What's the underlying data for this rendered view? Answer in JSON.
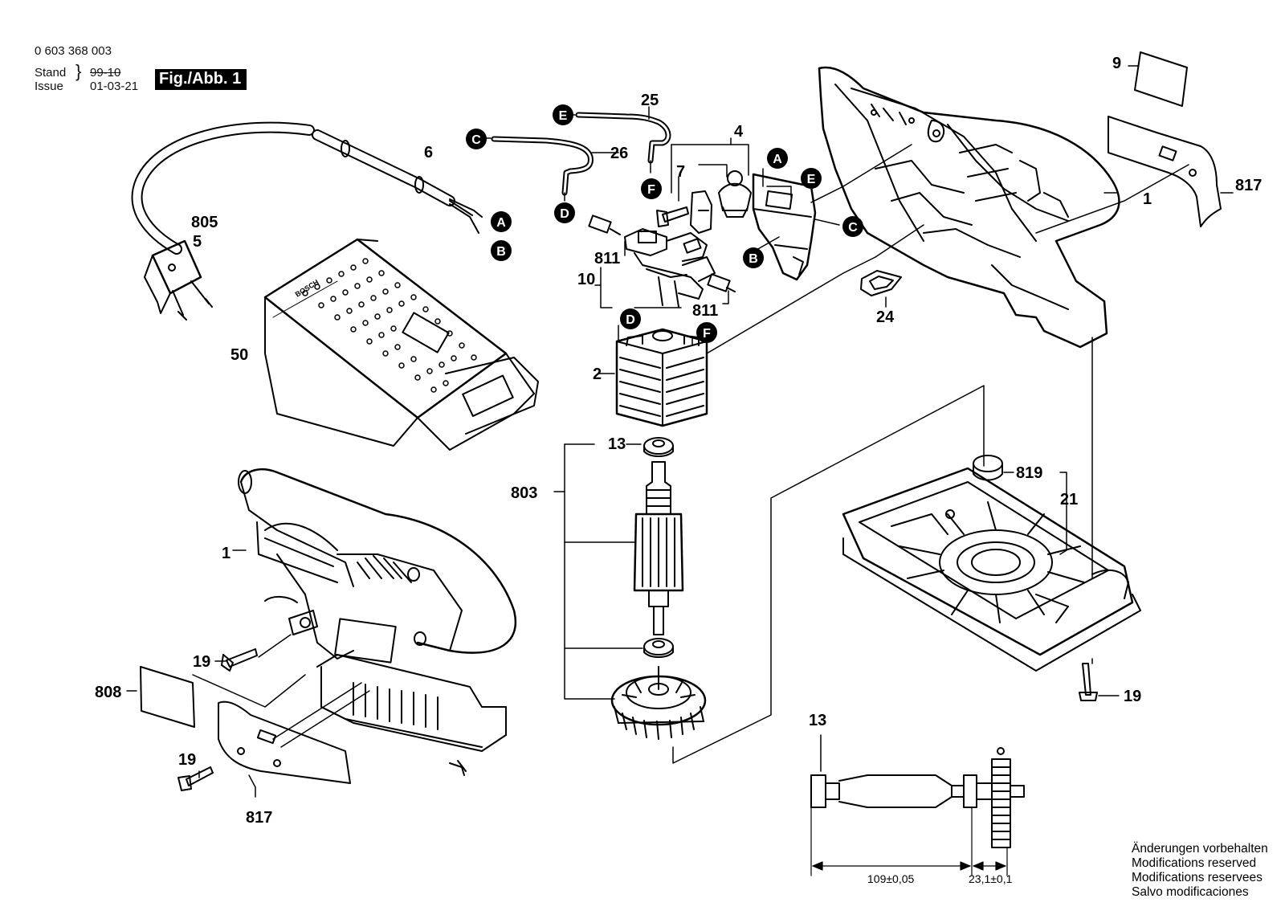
{
  "header": {
    "part_number": "0 603 368 003",
    "stand_label": "Stand",
    "issue_label": "Issue",
    "old_date": "99-10",
    "new_date": "01-03-21",
    "figure": "Fig./Abb. 1"
  },
  "callouts": {
    "c1_top": "1",
    "c1_left": "1",
    "c2": "2",
    "c4": "4",
    "c5": "5",
    "c6": "6",
    "c7": "7",
    "c9": "9",
    "c10": "10",
    "c13_top": "13",
    "c13_bottom": "13",
    "c19_left": "19",
    "c19_lower": "19",
    "c19_right": "19",
    "c21": "21",
    "c24": "24",
    "c25": "25",
    "c26": "26",
    "c50": "50",
    "c803": "803",
    "c805": "805",
    "c808": "808",
    "c811_a": "811",
    "c811_b": "811",
    "c817_right": "817",
    "c817_left": "817",
    "c819": "819"
  },
  "connectors": {
    "a1": "A",
    "b1": "B",
    "a2": "A",
    "b2": "B",
    "c1": "C",
    "c2": "C",
    "d1": "D",
    "d2": "D",
    "e1": "E",
    "e2": "E",
    "f1": "F",
    "f2": "F"
  },
  "dimensions": {
    "length": "109±0,05",
    "offset": "23,1±0,1"
  },
  "notes": [
    "Änderungen vorbehalten",
    "Modifications reserved",
    "Modifications reservees",
    "Salvo modificaciones"
  ],
  "dustbox_text": "BOSCH",
  "colors": {
    "ink": "#000000",
    "paper": "#ffffff"
  }
}
